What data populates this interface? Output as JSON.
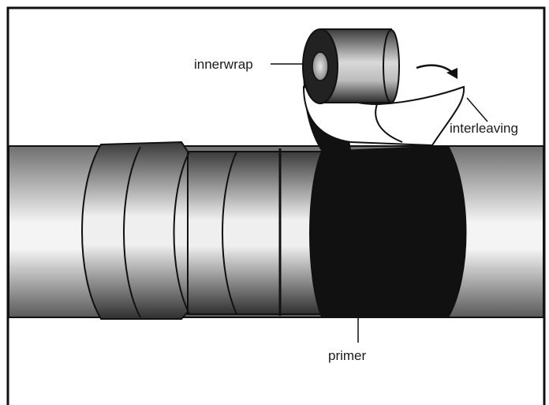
{
  "diagram": {
    "labels": {
      "innerwrap": "innerwrap",
      "interleaving": "interleaving",
      "primer": "primer"
    },
    "colors": {
      "border": "#111111",
      "pipe_dark": "#6f6f6f",
      "pipe_light": "#f2f2f2",
      "wrap_black": "#111111",
      "wrapped_section_dark": "#4a4a4a",
      "interleaving_white": "#ffffff"
    }
  }
}
